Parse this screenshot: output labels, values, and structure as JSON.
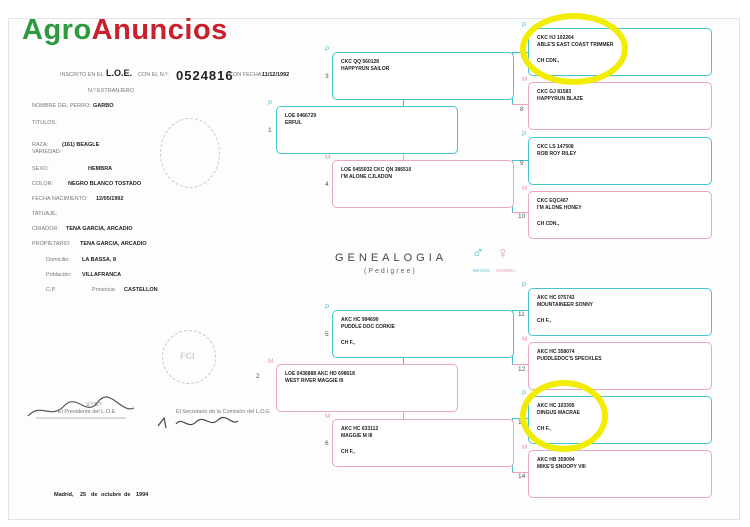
{
  "logo": {
    "part1": "Agro",
    "part2": "Anuncios"
  },
  "header": {
    "inscrito_label": "INSCRITO EN EL",
    "loe": "L.O.E.",
    "con_el_no_label": "CON EL N.º:",
    "number": "0524816",
    "fecha_label": "CON FECHA:",
    "fecha": "11/12/1992",
    "extranjero_label": "N.º EXTRANJERO"
  },
  "dog": {
    "nombre_label": "NOMBRE DEL PERRO:",
    "nombre": "GARBO",
    "titulos_label": "TITULOS:",
    "raza_label": "RAZA:",
    "raza": "(161) BEAGLE",
    "variedad_label": "VARIEDAD:",
    "sexo_label": "SEXO:",
    "sexo": "HEMBRA",
    "color_label": "COLOR:",
    "color": "NEGRO BLANCO TOSTADO",
    "nacimiento_label": "FECHA NACIMIENTO:",
    "nacimiento": "12/05/1992",
    "tatuaje_label": "TATUAJE:",
    "criador_label": "CRIADOR:",
    "criador": "TENA GARCIA, ARCADIO",
    "propietario_label": "PROPIETARIO:",
    "propietario": "TENA GARCIA, ARCADIO",
    "domicilio_label": "Domicilio:",
    "domicilio": "LA BASSA, 8",
    "poblacion_label": "Población:",
    "poblacion": "VILLAFRANCA",
    "cp_label": "C.P.",
    "provincia_label": "Provincia:",
    "provincia": "CASTELLON"
  },
  "footer": {
    "vb_label": "V.º B.º",
    "presidente": "El Presidente del L.O.E.",
    "secretario": "El Secretario de la Comisión del L.O.E.",
    "fecha_city": "Madrid,",
    "fecha_day": "25",
    "fecha_de1": "de",
    "fecha_month": "octubre",
    "fecha_de2": "de",
    "fecha_year": "1994",
    "seal_text": "FCI"
  },
  "genealogia": {
    "title": "GENEALOGIA",
    "subtitle": "(Pedigree)",
    "macho": "MACHO",
    "hembra": "HEMBRA"
  },
  "pedigree": [
    {
      "num": "1",
      "sex": "P",
      "line1": "LOE 0466729",
      "line2": "ERFUL",
      "line3": ""
    },
    {
      "num": "2",
      "sex": "M",
      "line1": "LOE 0436888   AKC HD 698618",
      "line2": "WEST RIVER MAGGIE III",
      "line3": ""
    },
    {
      "num": "3",
      "sex": "P",
      "line1": "CKC QQ 560128",
      "line2": "HAPPYRUN SAILOR",
      "line3": ""
    },
    {
      "num": "4",
      "sex": "M",
      "line1": "LOE 0455032   CKC QN 386510",
      "line2": "I'M ALONE CJLADON",
      "line3": ""
    },
    {
      "num": "5",
      "sex": "P",
      "line1": "AKC HC 994690",
      "line2": "PUDDLE DOC CORKIE",
      "line3": "CH F.,"
    },
    {
      "num": "6",
      "sex": "M",
      "line1": "AKC HC 633112",
      "line2": "MAGGIE M III",
      "line3": "CH F.,"
    },
    {
      "num": "7",
      "sex": "P",
      "line1": "CKC HJ 102264",
      "line2": "ABLE'S EAST COAST TRIMMER",
      "line3": "CH CDN.,"
    },
    {
      "num": "8",
      "sex": "M",
      "line1": "CKC GJ 81583",
      "line2": "HAPPYRUN BLAZE",
      "line3": ""
    },
    {
      "num": "9",
      "sex": "P",
      "line1": "CKC LS 147508",
      "line2": "ROB ROY RILEY",
      "line3": ""
    },
    {
      "num": "10",
      "sex": "M",
      "line1": "CKC EQC467",
      "line2": "I'M ALONE HONEY",
      "line3": "CH CDN.,"
    },
    {
      "num": "11",
      "sex": "P",
      "line1": "AKC HC 075743",
      "line2": "MOUNTAINEER SONNY",
      "line3": "CH F.,"
    },
    {
      "num": "12",
      "sex": "M",
      "line1": "AKC HC 358074",
      "line2": "PUDDLEDOC'S SPECKLES",
      "line3": ""
    },
    {
      "num": "13",
      "sex": "P",
      "line1": "AKC HC 103395",
      "line2": "DINGUS MACRAE",
      "line3": "CH F.,"
    },
    {
      "num": "14",
      "sex": "M",
      "line1": "AKC HB 359094",
      "line2": "MIKE'S SNOOPY VIII",
      "line3": ""
    }
  ],
  "colors": {
    "logo_green": "#2e9a3e",
    "logo_red": "#c8202c",
    "male_border": "#44c5cf",
    "female_border": "#e8a7c3",
    "highlight": "#f2ec00"
  }
}
